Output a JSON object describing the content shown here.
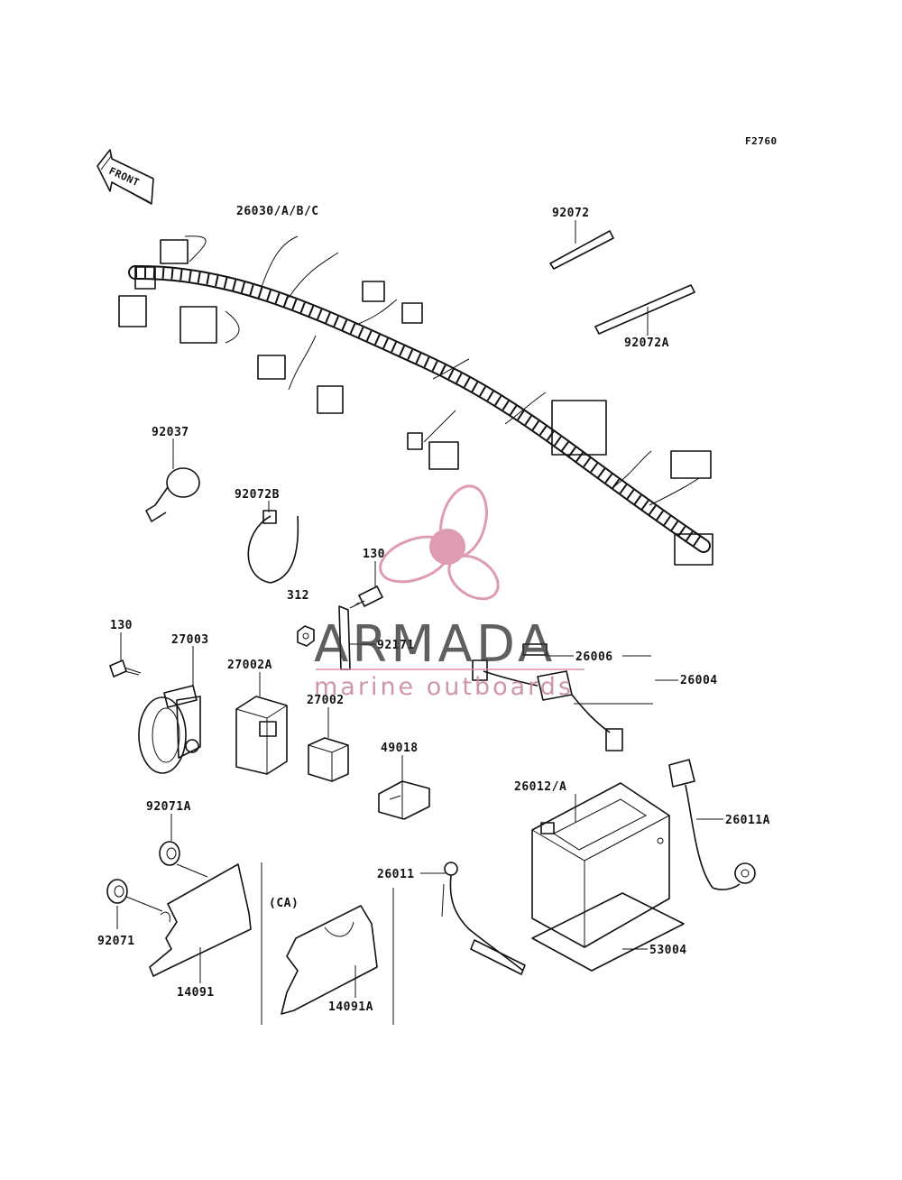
{
  "figure_code": "F2760",
  "front_label": "FRONT",
  "variant_label": "(CA)",
  "watermark": {
    "title": "ARMADA",
    "subtitle": "marine outboards",
    "color": "#d98aa8"
  },
  "callouts": {
    "harness": "26030/A/B/C",
    "clamp_band": "92072",
    "clamp_band_a": "92072A",
    "clamp_92037": "92037",
    "band_92072b": "92072B",
    "bolt_upper": "130",
    "nut_312": "312",
    "bracket_92171": "92171",
    "fuse_26006": "26006",
    "lead_26004": "26004",
    "bolt_lower": "130",
    "horn": "27003",
    "relay_a": "27002A",
    "relay": "27002",
    "connector": "49018",
    "battery": "26012/A",
    "cable_a": "26011A",
    "cable": "26011",
    "mat": "53004",
    "grommet_a": "92071A",
    "grommet": "92071",
    "cover": "14091",
    "cover_a": "14091A"
  }
}
